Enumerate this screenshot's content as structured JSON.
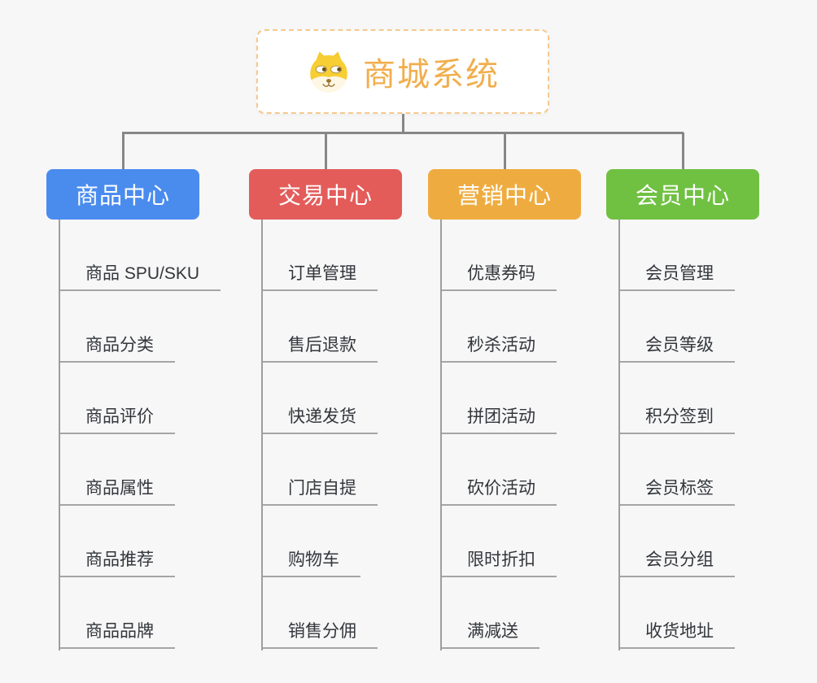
{
  "root": {
    "label": "商城系统",
    "icon": "shiba-dog-icon",
    "text_color": "#F1AE4D",
    "border_color": "#F5C88E"
  },
  "branches": [
    {
      "label": "商品中心",
      "color": "#4A8CEE",
      "items": [
        "商品 SPU/SKU",
        "商品分类",
        "商品评价",
        "商品属性",
        "商品推荐",
        "商品品牌"
      ]
    },
    {
      "label": "交易中心",
      "color": "#E35C5A",
      "items": [
        "订单管理",
        "售后退款",
        "快递发货",
        "门店自提",
        "购物车",
        "销售分佣"
      ]
    },
    {
      "label": "营销中心",
      "color": "#EEAC40",
      "items": [
        "优惠券码",
        "秒杀活动",
        "拼团活动",
        "砍价活动",
        "限时折扣",
        "满减送"
      ]
    },
    {
      "label": "会员中心",
      "color": "#70C142",
      "items": [
        "会员管理",
        "会员等级",
        "积分签到",
        "会员标签",
        "会员分组",
        "收货地址"
      ]
    }
  ],
  "connector_color": "#878787",
  "leaf_line_color": "#A5A5A5",
  "background_color": "#F7F7F7"
}
